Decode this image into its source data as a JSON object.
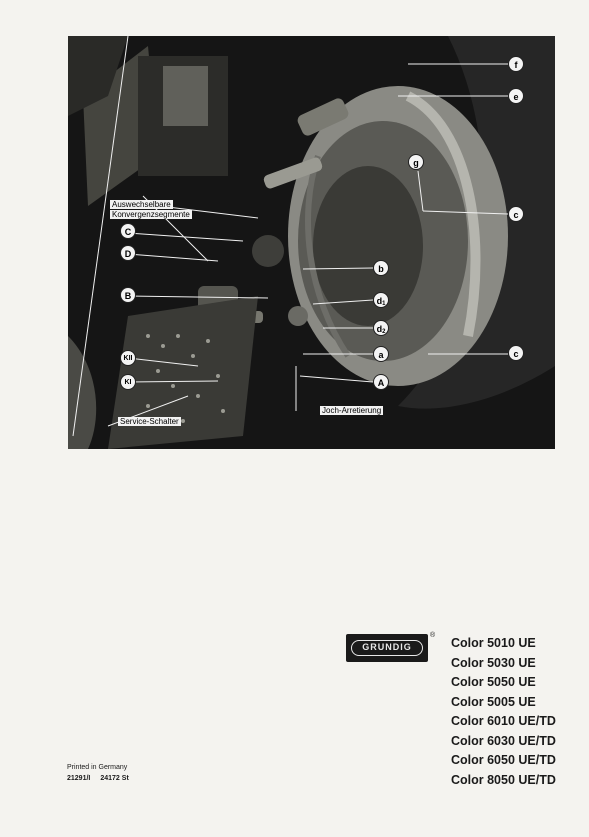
{
  "photo": {
    "labels": {
      "auswechselbare": "Auswechselbare",
      "konvergenz": "Konvergenzsegmente",
      "joch": "Joch-Arretierung",
      "service": "Service-Schalter"
    },
    "markers": {
      "f": "f",
      "e": "e",
      "g": "g",
      "c1": "c",
      "c2": "c",
      "C": "C",
      "D": "D",
      "b": "b",
      "B": "B",
      "d1": "d",
      "d1_sub": "1",
      "d2": "d",
      "d2_sub": "2",
      "a": "a",
      "A": "A",
      "KII": "KII",
      "KI": "KI"
    }
  },
  "brand": {
    "logo": "GRUNDIG",
    "registered": "®"
  },
  "models": [
    "Color 5010 UE",
    "Color 5030 UE",
    "Color 5050 UE",
    "Color 5005 UE",
    "Color 6010 UE/TD",
    "Color 6030 UE/TD",
    "Color 6050 UE/TD",
    "Color 8050 UE/TD"
  ],
  "imprint": {
    "printed": "Printed in Germany",
    "code1": "21291/I",
    "code2": "24172 St"
  }
}
